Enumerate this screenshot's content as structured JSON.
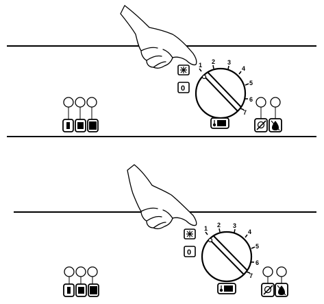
{
  "colors": {
    "ink": "#000000",
    "paper": "#ffffff"
  },
  "panels": [
    {
      "name": "top",
      "dial": {
        "scale": [
          "1",
          "2",
          "3",
          "4",
          "5",
          "6",
          "7"
        ],
        "zero_label": "0",
        "icons": {
          "snowflake": "snowflake-icon",
          "thermometer": "thermometer-icon"
        }
      },
      "indicators_left": [
        "indicator-light-1",
        "indicator-light-2",
        "indicator-light-3"
      ],
      "buttons_right": [
        "no-fan-button",
        "defrost-button"
      ]
    },
    {
      "name": "bottom",
      "dial": {
        "scale": [
          "1",
          "2",
          "3",
          "4",
          "5",
          "6",
          "7"
        ],
        "zero_label": "0",
        "icons": {
          "snowflake": "snowflake-icon",
          "thermometer": "thermometer-icon"
        }
      },
      "indicators_left": [
        "indicator-light-1",
        "indicator-light-2",
        "indicator-light-3"
      ],
      "buttons_right": [
        "no-fan-button",
        "defrost-button"
      ]
    }
  ]
}
